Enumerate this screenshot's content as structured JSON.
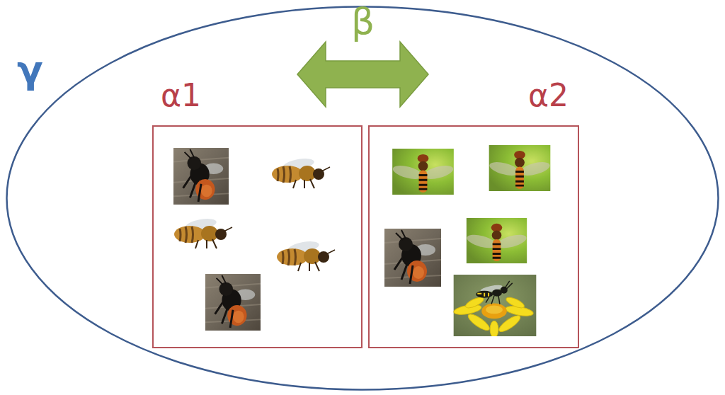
{
  "diagram": {
    "nodes": [
      {
        "text": [
          "γ"
        ]
      },
      {
        "text": [
          "α1"
        ],
        "in": 0
      },
      {
        "text": [
          "α2"
        ],
        "in": 0
      }
    ],
    "edges": [
      {
        "from": 1,
        "to": 2,
        "label": "β",
        "arrow": "both"
      }
    ]
  }
}
